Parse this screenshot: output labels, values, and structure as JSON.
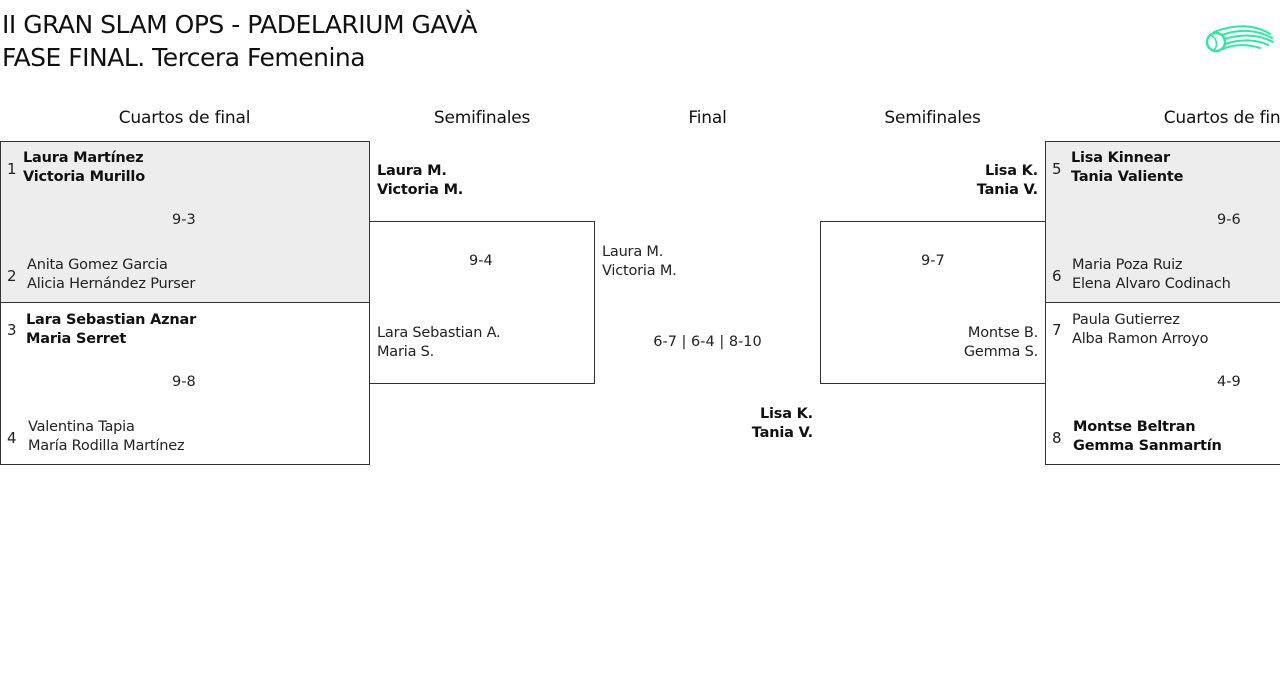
{
  "header": {
    "title_line1": "II GRAN SLAM OPS - PADELARIUM GAVÀ",
    "title_line2": "FASE FINAL. Tercera Femenina",
    "logo_icon": "padel-ball-logo-icon",
    "logo_color": "#2ee8a0"
  },
  "columns": {
    "left_qf": "Cuartos de final",
    "left_sf": "Semifinales",
    "final": "Final",
    "right_sf": "Semifinales",
    "right_qf": "Cuartos de final"
  },
  "quarterfinals": [
    {
      "top": {
        "seed": "1",
        "p1": "Laura Martínez",
        "p2": "Victoria Murillo",
        "winner": true
      },
      "bottom": {
        "seed": "2",
        "p1": "Anita Gomez Garcia",
        "p2": "Alicia Hernández Purser",
        "winner": false
      },
      "score": "9-3"
    },
    {
      "top": {
        "seed": "3",
        "p1": "Lara Sebastian Aznar",
        "p2": "Maria Serret",
        "winner": true
      },
      "bottom": {
        "seed": "4",
        "p1": "Valentina Tapia",
        "p2": "María Rodilla Martínez",
        "winner": false
      },
      "score": "9-8"
    },
    {
      "top": {
        "seed": "5",
        "p1": "Lisa Kinnear",
        "p2": "Tania Valiente",
        "winner": true
      },
      "bottom": {
        "seed": "6",
        "p1": "Maria Poza Ruiz",
        "p2": "Elena Alvaro Codinach",
        "winner": false
      },
      "score": "9-6"
    },
    {
      "top": {
        "seed": "7",
        "p1": "Paula Gutierrez",
        "p2": "Alba Ramon Arroyo",
        "winner": false
      },
      "bottom": {
        "seed": "8",
        "p1": "Montse Beltran",
        "p2": "Gemma Sanmartín",
        "winner": true
      },
      "score": "4-9"
    }
  ],
  "semifinals": [
    {
      "top": {
        "p1": "Laura M.",
        "p2": "Victoria M.",
        "winner": true
      },
      "bottom": {
        "p1": "Lara Sebastian A.",
        "p2": "Maria S.",
        "winner": false
      },
      "score": "9-4"
    },
    {
      "top": {
        "p1": "Lisa K.",
        "p2": "Tania V.",
        "winner": true
      },
      "bottom": {
        "p1": "Montse B.",
        "p2": "Gemma S.",
        "winner": false
      },
      "score": "9-7"
    }
  ],
  "final": {
    "top": {
      "p1": "Laura M.",
      "p2": "Victoria M.",
      "winner": false
    },
    "bottom": {
      "p1": "Lisa K.",
      "p2": "Tania V.",
      "winner": true
    },
    "score": "6-7 | 6-4 | 8-10"
  }
}
